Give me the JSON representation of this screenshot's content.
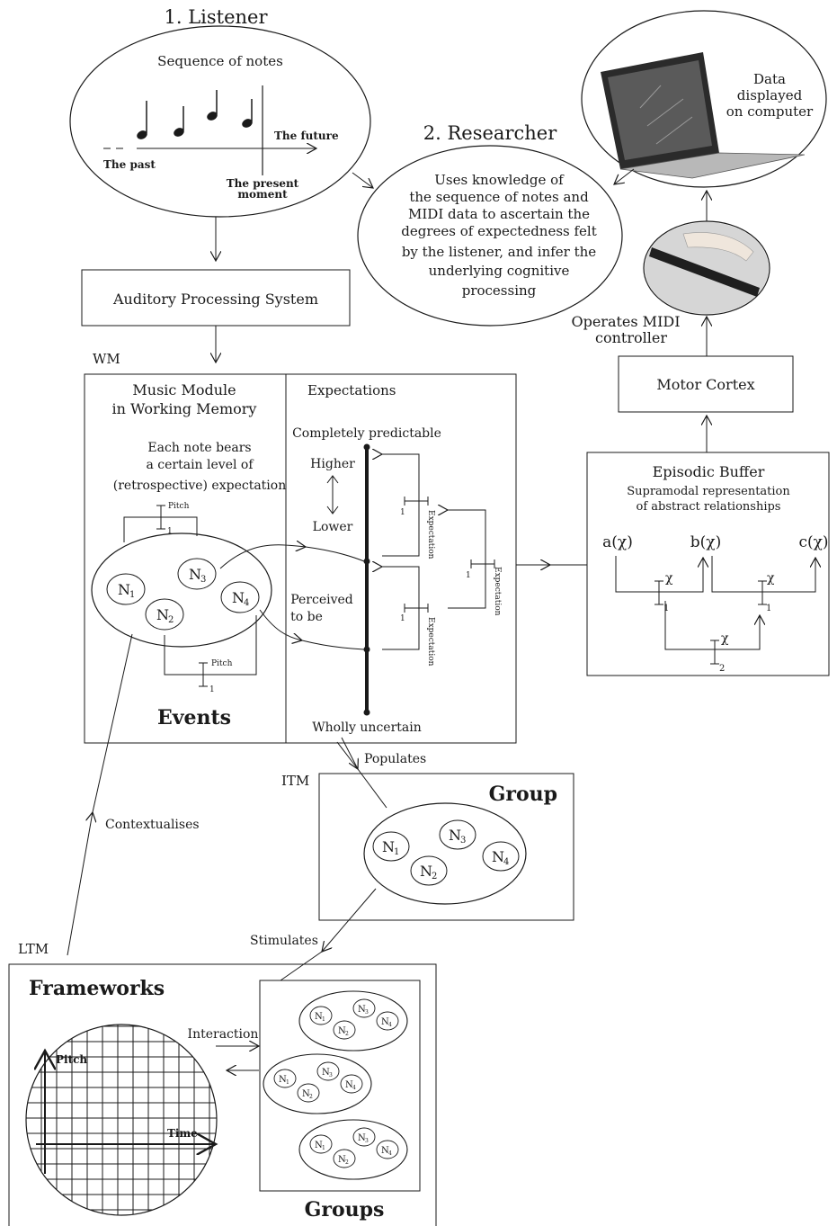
{
  "listener": {
    "heading": "1. Listener",
    "sequence_label": "Sequence of notes",
    "the_past": "The past",
    "the_future": "The future",
    "present_line1": "The present",
    "present_line2": "moment"
  },
  "researcher": {
    "heading": "2. Researcher",
    "lines": [
      "Uses knowledge of",
      "the sequence of notes and",
      "MIDI data to ascertain the",
      "degrees of expectedness felt",
      "by the listener, and infer the",
      "underlying cognitive",
      "processing"
    ]
  },
  "computer": {
    "lines": [
      "Data",
      "displayed",
      "on computer"
    ]
  },
  "midi": {
    "line1": "Operates MIDI",
    "line2": "controller"
  },
  "auditory": {
    "label": "Auditory Processing System"
  },
  "motor": {
    "label": "Motor Cortex"
  },
  "wm": {
    "tag": "WM",
    "music_module_line1": "Music Module",
    "music_module_line2": "in Working Memory",
    "note_text": [
      "Each note bears",
      "a certain level of",
      "(retrospective) expectation"
    ],
    "events": "Events",
    "pitch": "Pitch",
    "one": "1",
    "notes": [
      "N",
      "N",
      "N",
      "N"
    ],
    "subs": [
      "1",
      "2",
      "3",
      "4"
    ]
  },
  "expectations": {
    "title": "Expectations",
    "completely": "Completely predictable",
    "higher": "Higher",
    "lower": "Lower",
    "perceived1": "Perceived",
    "perceived2": "to be",
    "wholly": "Wholly uncertain",
    "expectation": "Expectation"
  },
  "episodic": {
    "title": "Episodic Buffer",
    "sub1": "Supramodal representation",
    "sub2": "of abstract relationships",
    "a": "a(χ)",
    "b": "b(χ)",
    "c": "c(χ)",
    "chi": "χ",
    "two": "2"
  },
  "itm": {
    "tag": "ITM",
    "group": "Group",
    "populates": "Populates",
    "stimulates": "Stimulates"
  },
  "ltm": {
    "tag": "LTM",
    "frameworks": "Frameworks",
    "interaction": "Interaction",
    "pitch": "Pitch",
    "time": "Time",
    "groups": "Groups",
    "contextualises": "Contextualises"
  }
}
